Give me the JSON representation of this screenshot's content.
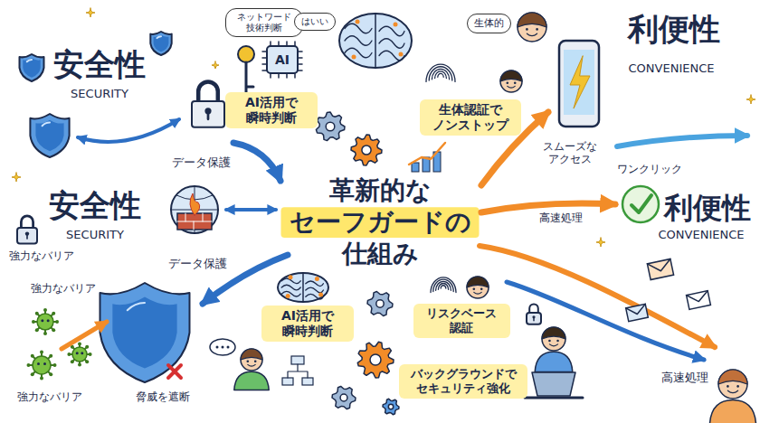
{
  "diagram": {
    "nodes": [
      {
        "text": [
          "ネットワード 技術判断"
        ]
      },
      {
        "text": [
          "はいい"
        ]
      },
      {
        "text": [
          "生体的"
        ]
      },
      {
        "text": [
          "AI活用で 瞬時判断"
        ]
      },
      {
        "text": [
          "生体認証で ノンストップ"
        ]
      },
      {
        "text": [
          "革新的な セーフガードの 仕組み"
        ]
      },
      {
        "text": [
          "リスクベース 認証"
        ]
      },
      {
        "text": [
          "AI活用で 瞬時判断"
        ]
      },
      {
        "text": [
          "バックグラウンドで セキュリティ強化"
        ]
      }
    ],
    "labels": [
      "安全性",
      "SECURITY",
      "データ保護",
      "安全性",
      "SECURITY",
      "データ保護",
      "強力なバリア",
      "強力なバリア",
      "強力なバリア",
      "脅威を遮断",
      "AI",
      "利便性",
      "CONVENIENCE",
      "スムーズな アクセス",
      "ワンクリック",
      "利便性",
      "CONVENIENCE",
      "高速処理",
      "高速処理"
    ]
  }
}
